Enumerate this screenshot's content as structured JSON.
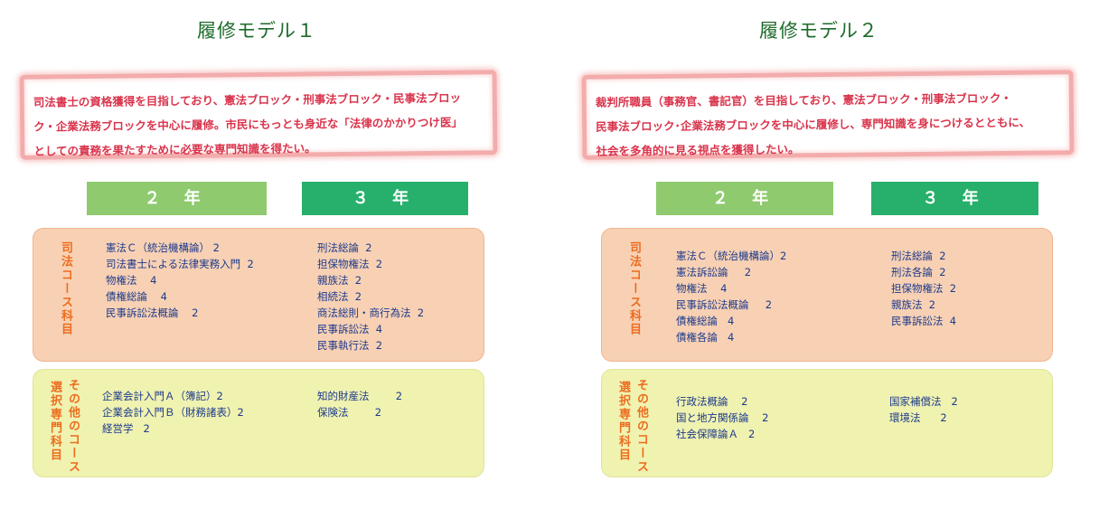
{
  "models": [
    {
      "title": "履修モデル１",
      "description": [
        "司法書士の資格獲得を目指しており、憲法ブロック・刑事法ブロック・民事法ブロッ",
        "ク・企業法務ブロックを中心に履修。市民にもっとも身近な「法律のかかりつけ医」",
        "としての責務を果たすために必要な専門知識を得たい。"
      ],
      "year2": "２ 年",
      "year3": "３ 年",
      "legal_label": "司法コース科目",
      "other_label_a": "その他のコース",
      "other_label_b": "選択専門科目",
      "legal_y2": [
        "憲法Ｃ（統治機構論） 2",
        "司法書士による法律実務入門  2",
        "物権法    4",
        "債権総論    4",
        "民事訴訟法概論    2"
      ],
      "legal_y3": [
        "刑法総論  2",
        "担保物権法  2",
        "親族法  2",
        "相続法  2",
        "商法総則・商行為法  2",
        "民事訴訟法  4",
        "民事執行法  2"
      ],
      "other_y2": [
        "企業会計入門Ａ（簿記）2",
        "企業会計入門Ｂ（財務諸表）2",
        "経営学   2"
      ],
      "other_y3": [
        "知的財産法        2",
        "保険法        2"
      ]
    },
    {
      "title": "履修モデル２",
      "description": [
        "裁判所職員（事務官、書記官）を目指しており、憲法ブロック・刑事法ブロック・",
        "民事法ブロック･企業法務ブロックを中心に履修し、専門知識を身につけるとともに、",
        "社会を多角的に見る視点を獲得したい。"
      ],
      "year2": "２ 年",
      "year3": "３ 年",
      "legal_label": "司法コース科目",
      "other_label_a": "その他のコース",
      "other_label_b": "選択専門科目",
      "legal_y2": [
        "憲法Ｃ（統治機構論）2",
        "憲法訴訟論     2",
        "物権法    4",
        "民事訴訟法概論     2",
        "債権総論   4",
        "債権各論   4"
      ],
      "legal_y3": [
        "刑法総論  2",
        "刑法各論  2",
        "担保物権法  2",
        "親族法  2",
        "民事訴訟法  4"
      ],
      "other_y2": [
        "行政法概論    2",
        "国と地方関係論    2",
        "社会保障論Ａ   2"
      ],
      "other_y3": [
        "国家補償法   2",
        "環境法      2"
      ]
    }
  ]
}
